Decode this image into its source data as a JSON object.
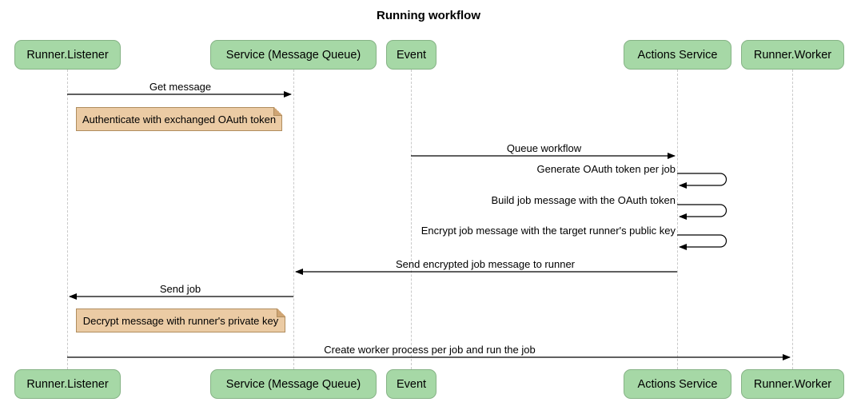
{
  "title": "Running workflow",
  "colors": {
    "background": "#ffffff",
    "participant_fill": "#a6d8a6",
    "participant_border": "#86b386",
    "note_fill": "#ebcba4",
    "note_border": "#b08d5e",
    "lifeline": "#c9c9c9",
    "arrow": "#000000"
  },
  "participants": [
    {
      "id": "runner-listener",
      "label": "Runner.Listener"
    },
    {
      "id": "service-message-queue",
      "label": "Service (Message Queue)"
    },
    {
      "id": "event",
      "label": "Event"
    },
    {
      "id": "actions-service",
      "label": "Actions Service"
    },
    {
      "id": "runner-worker",
      "label": "Runner.Worker"
    }
  ],
  "messages": [
    {
      "type": "message",
      "from": "runner-listener",
      "to": "service-message-queue",
      "label": "Get message"
    },
    {
      "type": "note",
      "over": "runner-listener",
      "label": "Authenticate with exchanged OAuth token"
    },
    {
      "type": "message",
      "from": "event",
      "to": "actions-service",
      "label": "Queue workflow"
    },
    {
      "type": "self",
      "on": "actions-service",
      "label": "Generate OAuth token per job"
    },
    {
      "type": "self",
      "on": "actions-service",
      "label": "Build job message with the OAuth token"
    },
    {
      "type": "self",
      "on": "actions-service",
      "label": "Encrypt job message with the target runner's public key"
    },
    {
      "type": "message",
      "from": "actions-service",
      "to": "service-message-queue",
      "label": "Send encrypted job message to runner"
    },
    {
      "type": "message",
      "from": "service-message-queue",
      "to": "runner-listener",
      "label": "Send job"
    },
    {
      "type": "note",
      "over": "runner-listener",
      "label": "Decrypt message with runner's private key"
    },
    {
      "type": "message",
      "from": "runner-listener",
      "to": "runner-worker",
      "label": "Create worker process per job and run the job"
    }
  ]
}
